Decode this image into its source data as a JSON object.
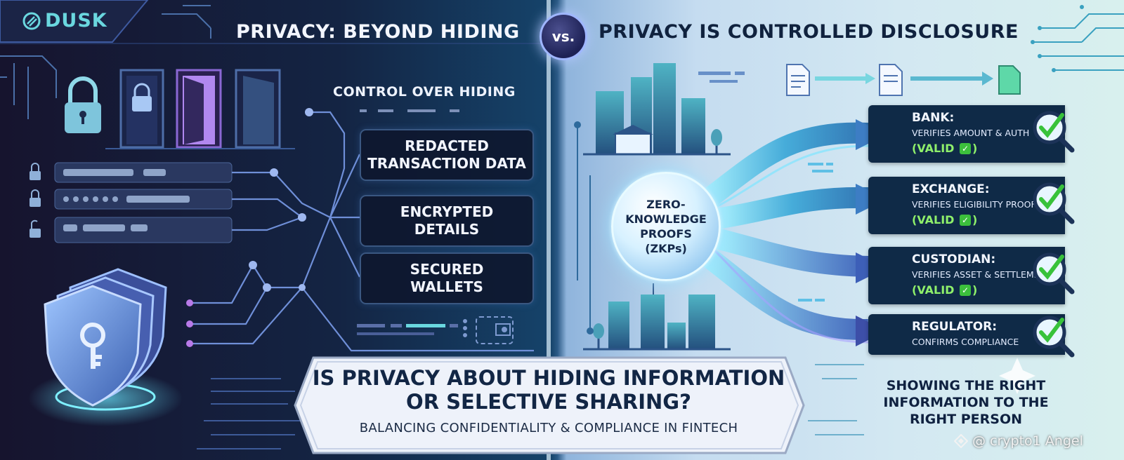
{
  "brand": {
    "name": "DUSK",
    "icon": "dusk-logo-icon"
  },
  "header": {
    "left_title": "PRIVACY: BEYOND HIDING",
    "vs_label": "vs.",
    "right_title": "PRIVACY IS CONTROLLED DISCLOSURE"
  },
  "left_panel": {
    "section_title": "CONTROL OVER HIDING",
    "boxes": [
      {
        "line1": "REDACTED",
        "line2": "TRANSACTION DATA"
      },
      {
        "line1": "ENCRYPTED",
        "line2": "DETAILS"
      },
      {
        "line1": "SECURED",
        "line2": "WALLETS"
      }
    ],
    "icons": [
      "padlock-icon",
      "door-locked-icon",
      "door-open-icon",
      "door-ajar-icon",
      "shield-key-icon",
      "wallet-icon"
    ]
  },
  "center": {
    "zkp_line1": "ZERO-",
    "zkp_line2": "KNOWLEDGE",
    "zkp_line3": "PROOFS",
    "zkp_line4": "(ZKPs)"
  },
  "verifiers": [
    {
      "title": "BANK:",
      "desc": "VERIFIES AMOUNT & AUTH",
      "valid": "(VALID",
      "valid_end": ")"
    },
    {
      "title": "EXCHANGE:",
      "desc": "VERIFIES ELIGIBILITY PROOF",
      "valid": "(VALID",
      "valid_end": ")"
    },
    {
      "title": "CUSTODIAN:",
      "desc": "VERIFIES ASSET & SETTLEMENT",
      "valid": "(VALID",
      "valid_end": ")"
    },
    {
      "title": "REGULATOR:",
      "desc": "CONFIRMS COMPLIANCE",
      "valid": "",
      "valid_end": ""
    }
  ],
  "banner": {
    "question_line1": "IS PRIVACY ABOUT HIDING INFORMATION",
    "question_line2": "OR SELECTIVE SHARING?",
    "subtitle": "BALANCING CONFIDENTIALITY & COMPLIANCE IN FINTECH"
  },
  "footer_right": {
    "line1": "SHOWING THE RIGHT",
    "line2": "INFORMATION TO THE",
    "line3": "RIGHT PERSON"
  },
  "credit": "@ crypto1 Angel",
  "colors": {
    "accent_teal": "#6ad7df",
    "valid_green": "#8ff06b",
    "check_green": "#3cbf3c",
    "navy": "#0f2a47"
  }
}
